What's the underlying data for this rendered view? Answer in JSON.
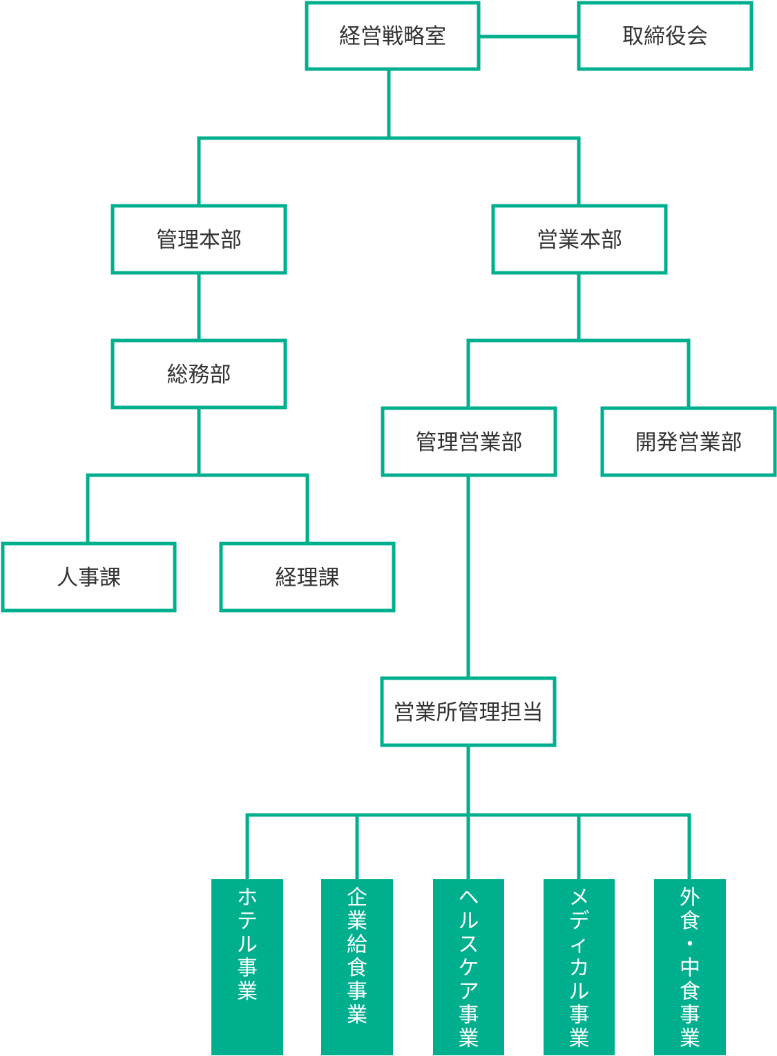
{
  "colors": {
    "accent": "#00AF8E",
    "text": "#333333",
    "background": "#FFFFFF",
    "filled_text": "#FFFFFF"
  },
  "org": {
    "strategy_office": "経営戦略室",
    "board": "取締役会",
    "admin_hq": "管理本部",
    "sales_hq": "営業本部",
    "general_affairs": "総務部",
    "hr": "人事課",
    "accounting": "経理課",
    "mgmt_sales": "管理営業部",
    "dev_sales": "開発営業部",
    "office_mgmt": "営業所管理担当",
    "businesses": [
      "ホテル事業",
      "企業給食事業",
      "ヘルスケア事業",
      "メディカル事業",
      "外食・中食事業"
    ]
  }
}
